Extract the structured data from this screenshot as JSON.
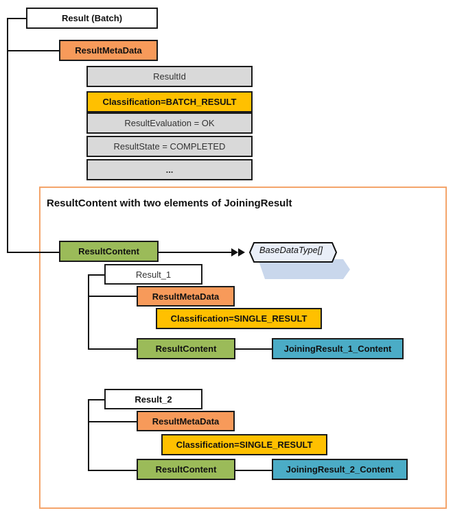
{
  "root": {
    "result_label": "Result (Batch)",
    "metadata_label": "ResultMetaData",
    "metadata_fields": [
      "ResultId",
      "Classification=BATCH_RESULT",
      "ResultEvaluation = OK",
      "ResultState = COMPLETED",
      "..."
    ],
    "content_label": "ResultContent",
    "content_type": "BaseDataType[]"
  },
  "frame": {
    "title": "ResultContent with two elements of JoiningResult"
  },
  "children": [
    {
      "result_label": "Result_1",
      "metadata_label": "ResultMetaData",
      "classification": "Classification=SINGLE_RESULT",
      "content_label": "ResultContent",
      "content_value": "JoiningResult_1_Content"
    },
    {
      "result_label": "Result_2",
      "metadata_label": "ResultMetaData",
      "classification": "Classification=SINGLE_RESULT",
      "content_label": "ResultContent",
      "content_value": "JoiningResult_2_Content"
    }
  ],
  "colors": {
    "metadata": "#f79a5a",
    "classification": "#ffc000",
    "field": "#d9d9d9",
    "content": "#9bbb59",
    "content_value": "#4bacc6",
    "frame": "#f4a46a",
    "type_shadow": "#c9d7ec",
    "type_fill": "#e9eef8"
  }
}
